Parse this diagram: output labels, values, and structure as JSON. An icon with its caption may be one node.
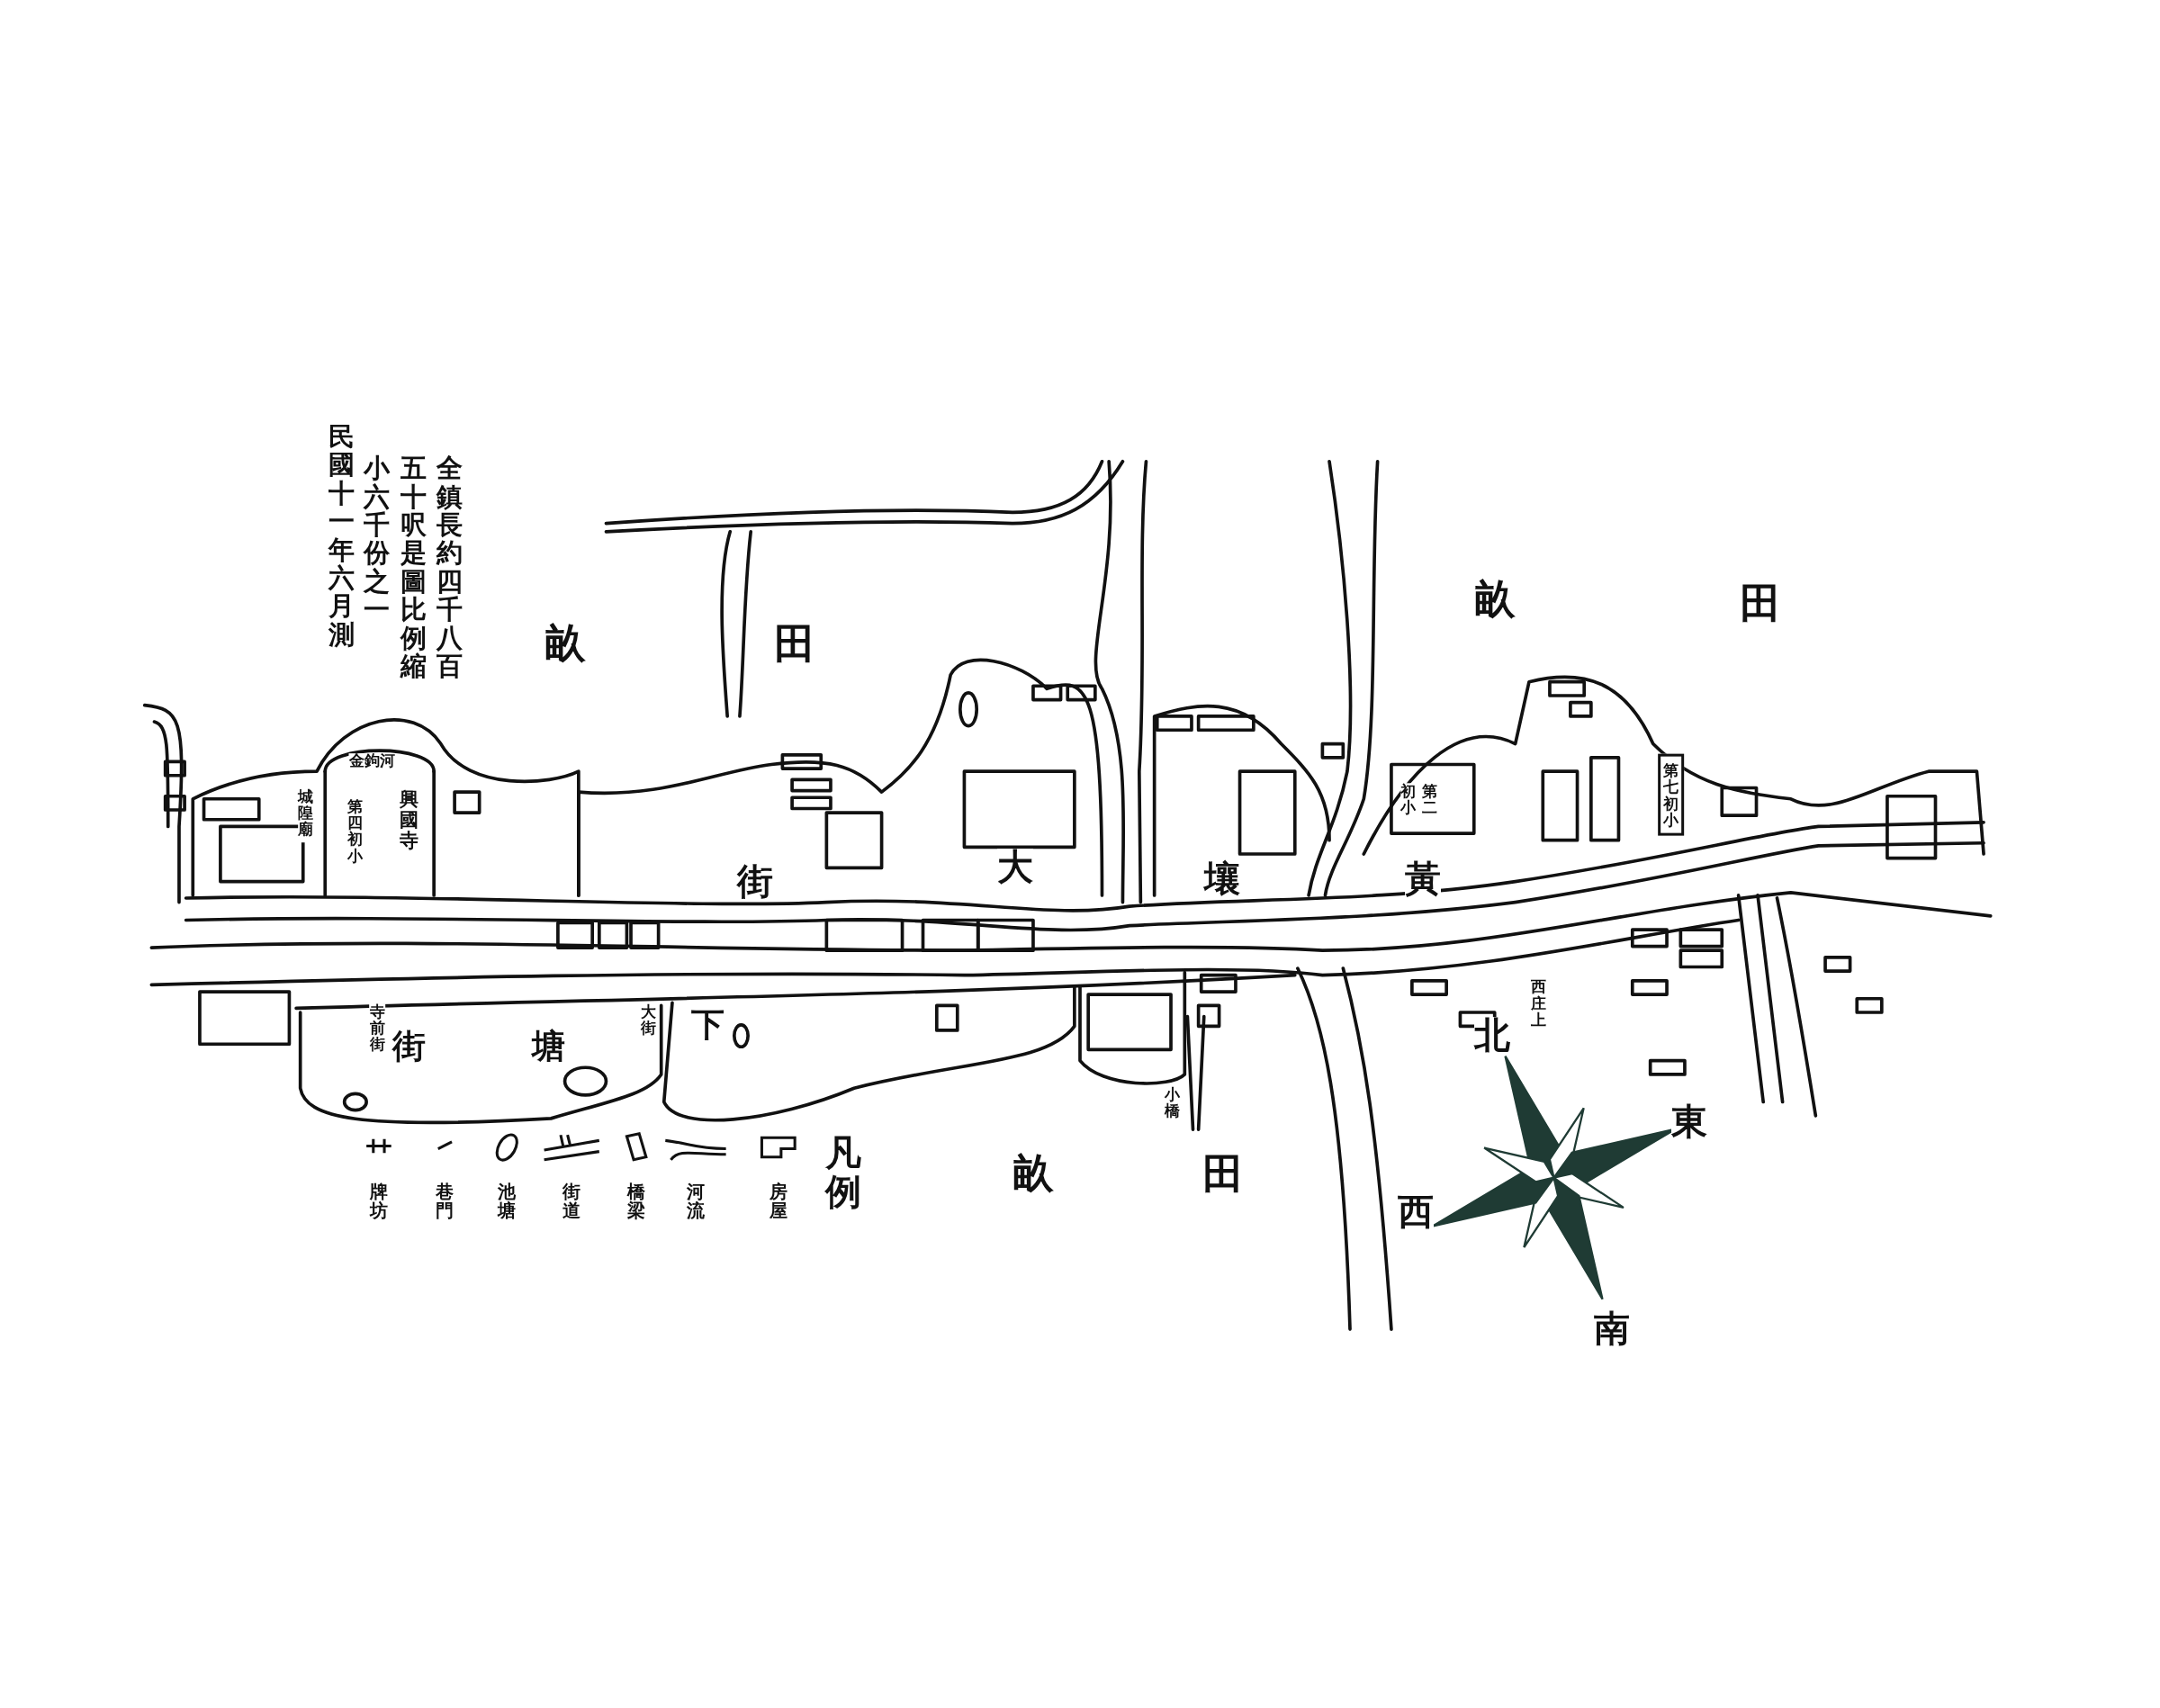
{
  "diagram": {
    "nodes": [
      {
        "text": [
          "第七初小"
        ]
      }
    ],
    "edges": [],
    "labels": [
      "民國十一年六月測",
      "全鎮長約四千八百五十呎是圖比例縮小六千份之一",
      "畝",
      "田",
      "畝",
      "田",
      "金鉤河",
      "城隍廟",
      "第四初小",
      "興國寺",
      "第二初小",
      "街",
      "大",
      "壤",
      "黃",
      "寺前街",
      "街",
      "塘",
      "大街",
      "下",
      "小橋",
      "西庄上",
      "北",
      "東",
      "畝",
      "田",
      "西",
      "凡例",
      "南"
    ],
    "legend": [
      {
        "text": "牌坊"
      },
      {
        "text": "巷門"
      },
      {
        "text": "池塘"
      },
      {
        "text": "街道"
      },
      {
        "text": "橋梁"
      },
      {
        "text": "河流"
      },
      {
        "text": "房屋"
      }
    ]
  }
}
